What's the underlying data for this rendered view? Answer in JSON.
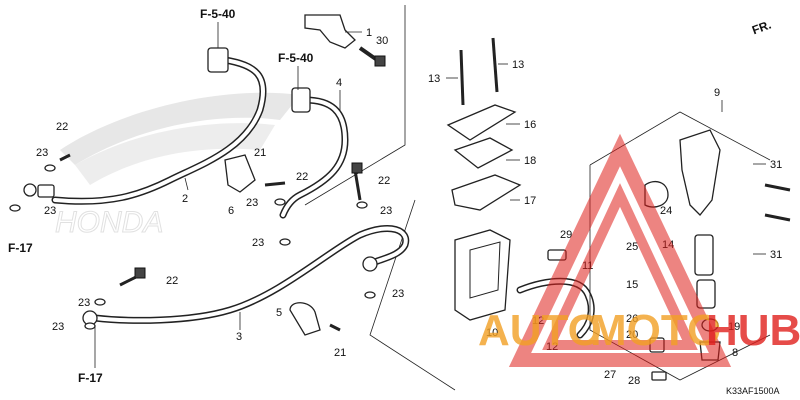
{
  "refs": {
    "f540_top": "F-5-40",
    "f540_mid": "F-5-40",
    "f17_left": "F-17",
    "f17_bottom": "F-17",
    "fr": "FR."
  },
  "parts": {
    "p1": "1",
    "p2": "2",
    "p3": "3",
    "p4": "4",
    "p5": "5",
    "p6": "6",
    "p8": "8",
    "p9": "9",
    "p10": "10",
    "p11": "11",
    "p12a": "12",
    "p12b": "12",
    "p13a": "13",
    "p13b": "13",
    "p14": "14",
    "p15": "15",
    "p16": "16",
    "p17": "17",
    "p18": "18",
    "p19": "19",
    "p20": "20",
    "p21a": "21",
    "p21b": "21",
    "p22a": "22",
    "p22b": "22",
    "p22c": "22",
    "p22d": "22",
    "p23a": "23",
    "p23b": "23",
    "p23c": "23",
    "p23d": "23",
    "p23e": "23",
    "p23f": "23",
    "p23g": "23",
    "p23h": "23",
    "p24": "24",
    "p25": "25",
    "p26": "26",
    "p27": "27",
    "p28": "28",
    "p29": "29",
    "p30": "30",
    "p31a": "31",
    "p31b": "31"
  },
  "diagram_code": "K33AF1500A",
  "watermark": {
    "brand_text": "HONDA",
    "site_text_left": "AUTO",
    "site_text_mid": "MOTO",
    "site_text_right": "HUB",
    "color_red": "#e0201c",
    "color_orange": "#f2a024"
  }
}
